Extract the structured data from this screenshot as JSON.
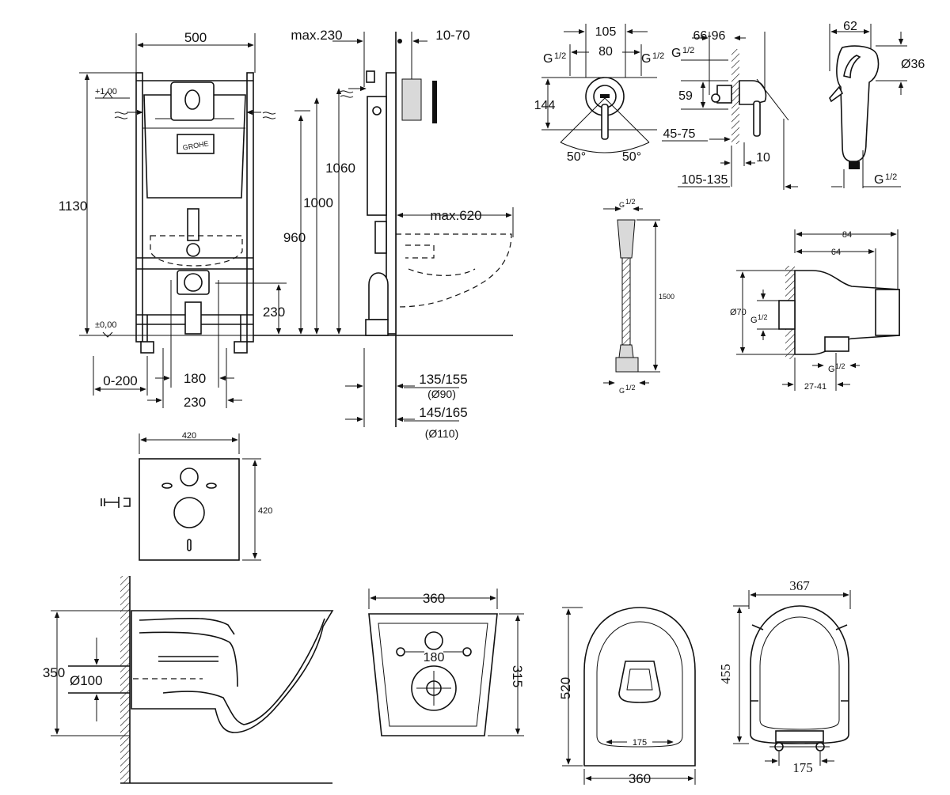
{
  "frame": {
    "width": "500",
    "height": "1130",
    "plus_level": "+1,00",
    "zero_level": "±0,00",
    "offset_range": "0-200",
    "drain_spacing": "180",
    "outer_spacing": "230",
    "brand": "GROHE"
  },
  "side": {
    "max_depth": "max.230",
    "wall_range": "10-70",
    "h1060": "1060",
    "h1000": "1000",
    "h960": "960",
    "h230": "230",
    "max_projection": "max.620",
    "dim_a": "135/155",
    "dim_a_pipe": "(Ø90)",
    "dim_b": "145/165",
    "dim_b_pipe": "(Ø110)"
  },
  "mixer": {
    "w105": "105",
    "w80": "80",
    "thread_left": "G",
    "thread_right": "G",
    "frac": "1/2",
    "h144": "144",
    "angle_left": "50°",
    "angle_right": "50°"
  },
  "mixer_side": {
    "range": "66-96",
    "thread": "G",
    "frac": "1/2",
    "h59": "59",
    "range2": "45-75",
    "d10": "10",
    "range3": "105-135"
  },
  "shower_head": {
    "w62": "62",
    "dia": "Ø36",
    "thread": "G",
    "frac": "1/2"
  },
  "hose": {
    "thread_top": "G",
    "thread_bottom": "G",
    "frac": "1/2",
    "length": "1500"
  },
  "elbow": {
    "w84": "84",
    "w64": "64",
    "dia": "Ø70",
    "thread_left": "G",
    "thread_bottom": "G",
    "frac": "1/2",
    "range": "27-41"
  },
  "pad": {
    "width": "420",
    "height": "420"
  },
  "bowl_side": {
    "height": "350",
    "dia": "Ø100"
  },
  "bowl_back": {
    "width": "360",
    "spacing": "180",
    "height": "315"
  },
  "bowl_top": {
    "length": "520",
    "spacing": "175",
    "width": "360"
  },
  "seat": {
    "width": "367",
    "length": "455",
    "spacing": "175"
  }
}
